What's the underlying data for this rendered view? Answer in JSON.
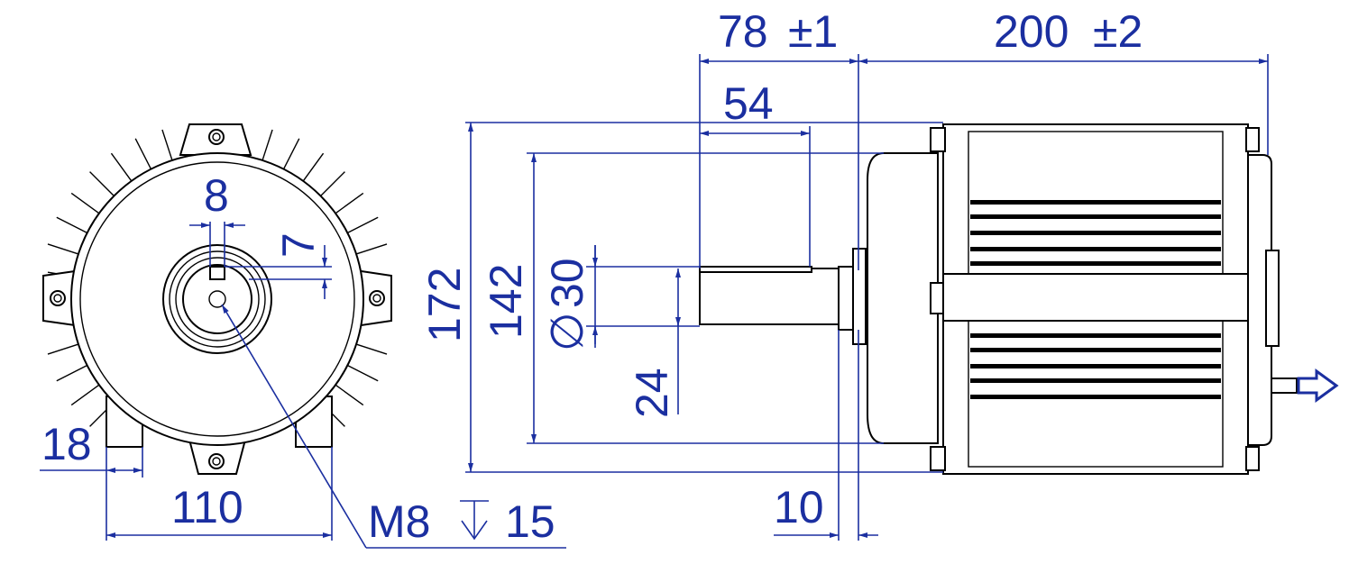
{
  "dimensions": {
    "overall_length": "200",
    "overall_length_tol": "±2",
    "shaft_extension": "78",
    "shaft_extension_tol": "±1",
    "key_length": "54",
    "key_width": "8",
    "key_depth": "7",
    "height_outer": "172",
    "height_inner": "142",
    "shaft_dia_symbol": "∅",
    "shaft_dia": "30",
    "shaft_center_height": "24",
    "foot_width": "18",
    "mount_spacing": "110",
    "shoulder": "10",
    "thread": "M8",
    "thread_depth_symbol": "↧",
    "thread_depth": "15"
  },
  "colors": {
    "dimension": "#1b2fa0",
    "object": "#000000",
    "arrow": "#1b2fa0"
  }
}
